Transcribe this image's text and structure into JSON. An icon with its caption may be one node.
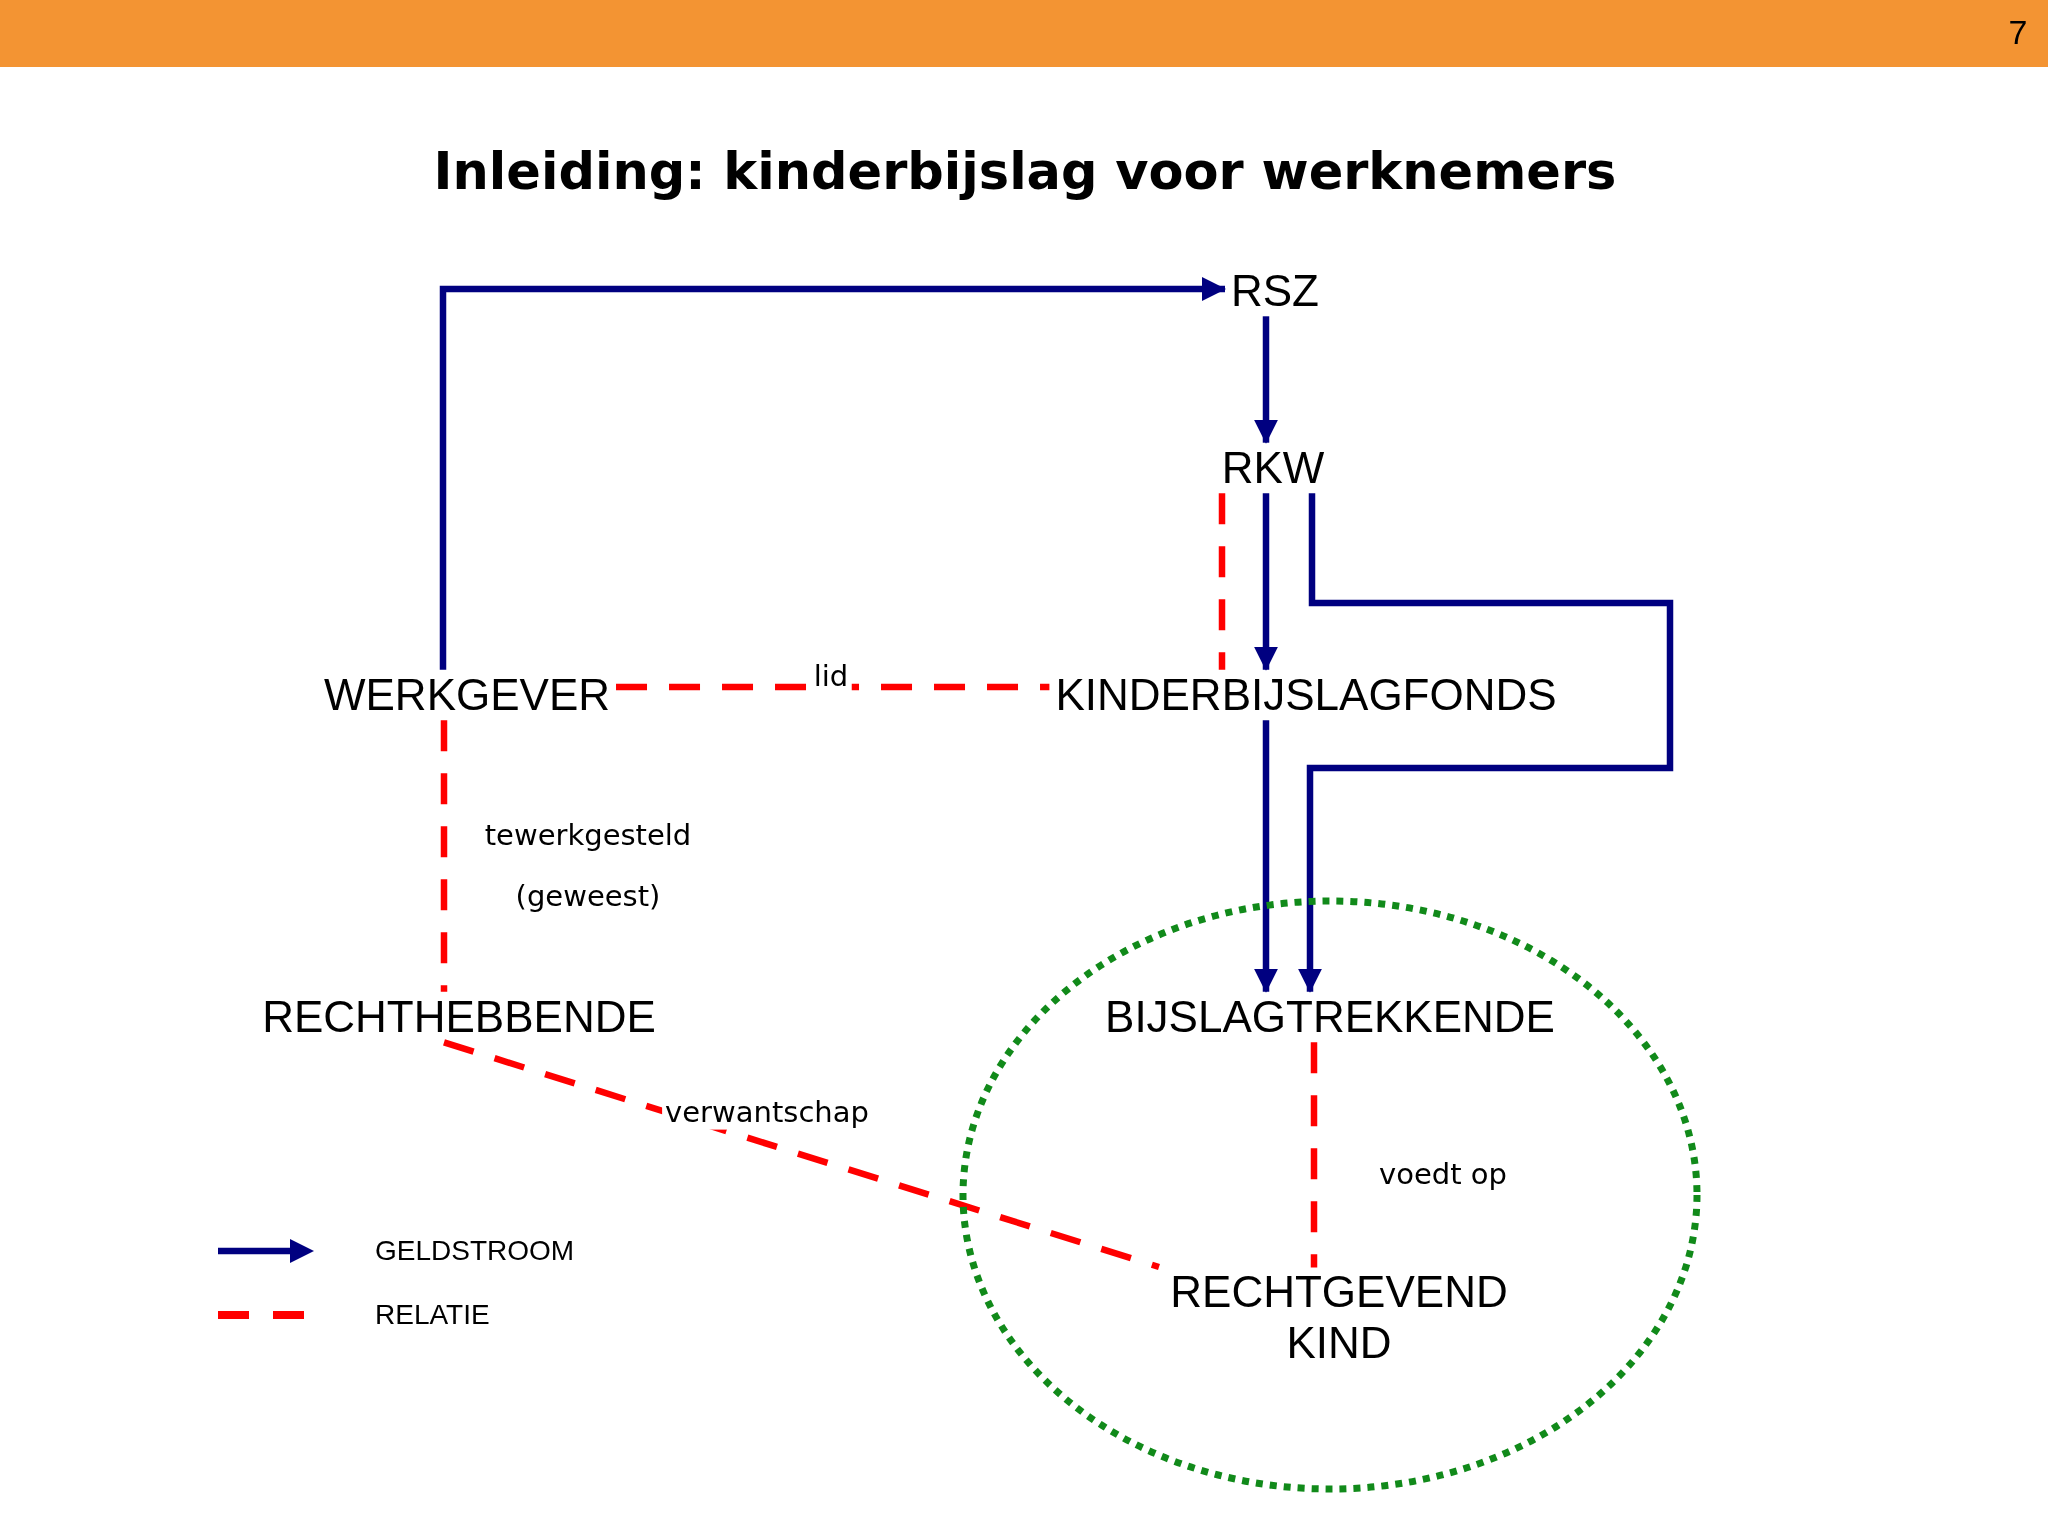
{
  "diagram": {
    "title": "Inleiding: kinderbijslag voor werknemers",
    "nodes": [
      {
        "text": [
          "RSZ"
        ]
      },
      {
        "text": [
          "RKW"
        ]
      },
      {
        "text": [
          "WERKGEVER"
        ]
      },
      {
        "text": [
          "KINDERBIJSLAGFONDS"
        ]
      },
      {
        "text": [
          "RECHTHEBBENDE"
        ]
      },
      {
        "text": [],
        "shape": "ellipse"
      },
      {
        "text": [
          "BIJSLAGTREKKENDE"
        ],
        "in": 5
      },
      {
        "text": [
          "RECHTGEVEND KIND"
        ],
        "in": 5
      }
    ],
    "edges": [
      {
        "from": 2,
        "to": 0,
        "arrow": "to"
      },
      {
        "from": 0,
        "to": 1,
        "arrow": "to"
      },
      {
        "from": 1,
        "to": 3,
        "arrow": "none",
        "style": "dashed",
        "color": "#ff0000"
      },
      {
        "from": 1,
        "to": 3,
        "arrow": "to"
      },
      {
        "from": 1,
        "to": 6,
        "arrow": "to"
      },
      {
        "from": 2,
        "to": 3,
        "arrow": "none",
        "label": "lid",
        "style": "dashed",
        "color": "#ff0000"
      },
      {
        "from": 2,
        "to": 4,
        "arrow": "none",
        "label": "tewerkgesteld (geweest)",
        "style": "dashed",
        "color": "#ff0000"
      },
      {
        "from": 3,
        "to": 6,
        "arrow": "to"
      },
      {
        "from": 4,
        "to": 7,
        "arrow": "none",
        "label": "verwantschap",
        "style": "dashed",
        "color": "#ff0000"
      },
      {
        "from": 6,
        "to": 7,
        "arrow": "none",
        "label": "voedt op",
        "style": "dashed",
        "color": "#ff0000"
      }
    ],
    "labels": [
      "7"
    ],
    "legend": [
      {
        "text": "GELDSTROOM"
      },
      {
        "text": "RELATIE"
      }
    ]
  }
}
